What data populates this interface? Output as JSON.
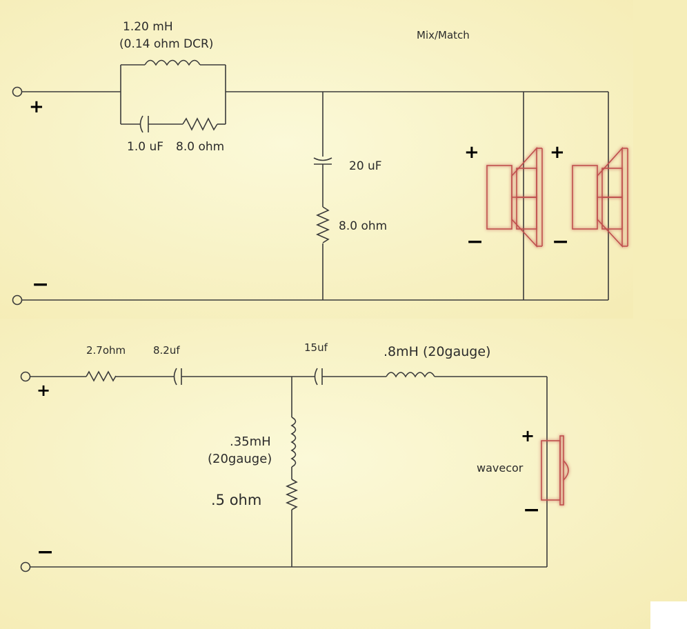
{
  "top_circuit": {
    "title": "Mix/Match",
    "inductor_label": "1.20 mH",
    "inductor_dcr": "(0.14 ohm DCR)",
    "notch_cap_label": "1.0 uF",
    "notch_res_label": "8.0 ohm",
    "shunt_cap_label": "20 uF",
    "shunt_res_label": "8.0 ohm",
    "input_plus": "+",
    "input_minus": "−",
    "woofer1_plus": "+",
    "woofer1_minus": "−",
    "woofer2_plus": "+",
    "woofer2_minus": "−"
  },
  "bottom_circuit": {
    "resistor_label": "2.7ohm",
    "cap1_label": "8.2uf",
    "cap2_label": "15uf",
    "series_inductor_label": ".8mH (20gauge)",
    "shunt_inductor_label": ".35mH",
    "shunt_inductor_gauge": "(20gauge)",
    "shunt_res_label": ".5 ohm",
    "tweeter_label": "wavecor",
    "input_plus": "+",
    "input_minus": "−",
    "tweeter_plus": "+",
    "tweeter_minus": "−"
  },
  "colors": {
    "panel": "#f8f4c2",
    "wire": "#3a3a3a",
    "speaker": "#c0504d"
  }
}
